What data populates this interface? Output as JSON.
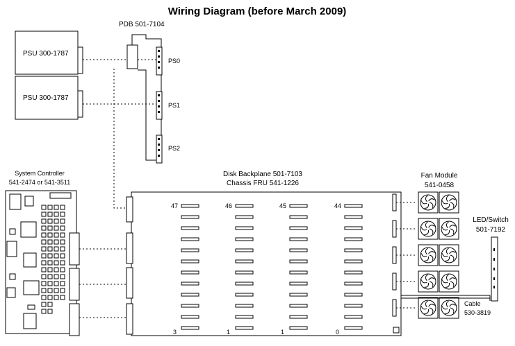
{
  "title": "Wiring Diagram (before March 2009)",
  "psus": [
    {
      "label": "PSU  300-1787"
    },
    {
      "label": "PSU  300-1787"
    }
  ],
  "pdb": {
    "label": "PDB  501-7104",
    "ports": [
      "PS0",
      "PS1",
      "PS2"
    ]
  },
  "system_controller": {
    "line1": "System   Controller",
    "line2": "541-2474   or  541-3511"
  },
  "backplane": {
    "line1": "Disk  Backplane  501-7103",
    "line2": "Chassis FRU  541-1226",
    "top_slot_numbers": [
      "47",
      "46",
      "45",
      "44"
    ],
    "bottom_slot_numbers": [
      "3",
      "1",
      "1",
      "0"
    ]
  },
  "fan_module": {
    "line1": "Fan Module",
    "line2": "541-0458"
  },
  "led_switch": {
    "line1": "LED/Switch",
    "line2": "501-7192"
  },
  "cable": {
    "line1": "Cable",
    "line2": "530-3819"
  }
}
